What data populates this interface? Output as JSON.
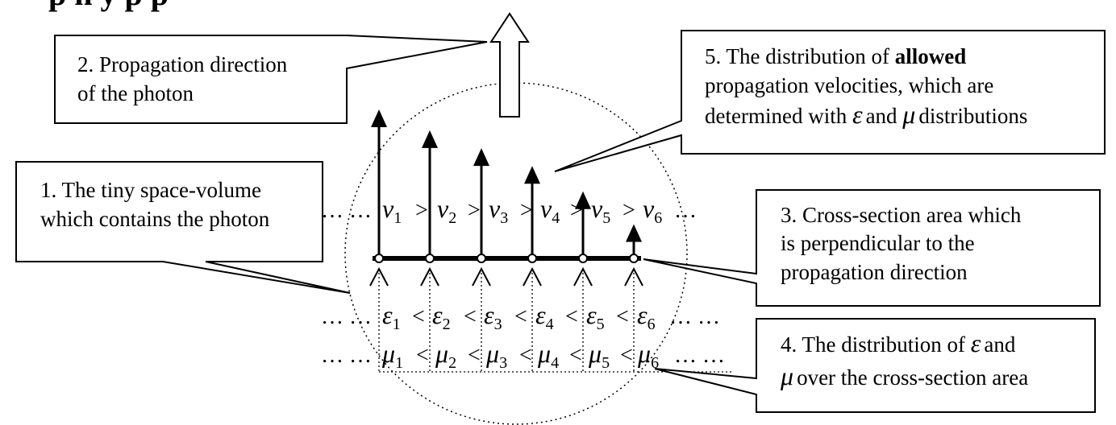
{
  "heading_fragment": "p   n    y p    p",
  "callouts": {
    "c1": {
      "line1": "1. The tiny space-volume",
      "line2": "which contains the photon"
    },
    "c2": {
      "line1": "2. Propagation direction",
      "line2": "of the photon"
    },
    "c3": {
      "line1": "3. Cross-section area which",
      "line2": "is perpendicular to the",
      "line3": "propagation direction"
    },
    "c4": {
      "line1_prefix": "4. The distribution of ",
      "eps": "ε",
      "line1_suffix": "and",
      "mu": "μ",
      "line2_suffix": "over the cross-section area"
    },
    "c5": {
      "line1_prefix": "5. The distribution of ",
      "line1_bold": "allowed",
      "line2": "propagation velocities, which are",
      "line3_prefix": "determined with ",
      "eps": "ε",
      "line3_mid": "and ",
      "mu": "μ",
      "line3_suffix": "distributions"
    }
  },
  "math": {
    "dots": "…",
    "dots_pair": "… …",
    "gt": ">",
    "lt": "<",
    "v_symbol": "v",
    "eps_symbol": "ε",
    "mu_symbol": "μ",
    "indices": [
      "1",
      "2",
      "3",
      "4",
      "5",
      "6"
    ]
  },
  "velocity_arrow_heights": [
    1.0,
    0.86,
    0.74,
    0.62,
    0.45,
    0.23
  ]
}
